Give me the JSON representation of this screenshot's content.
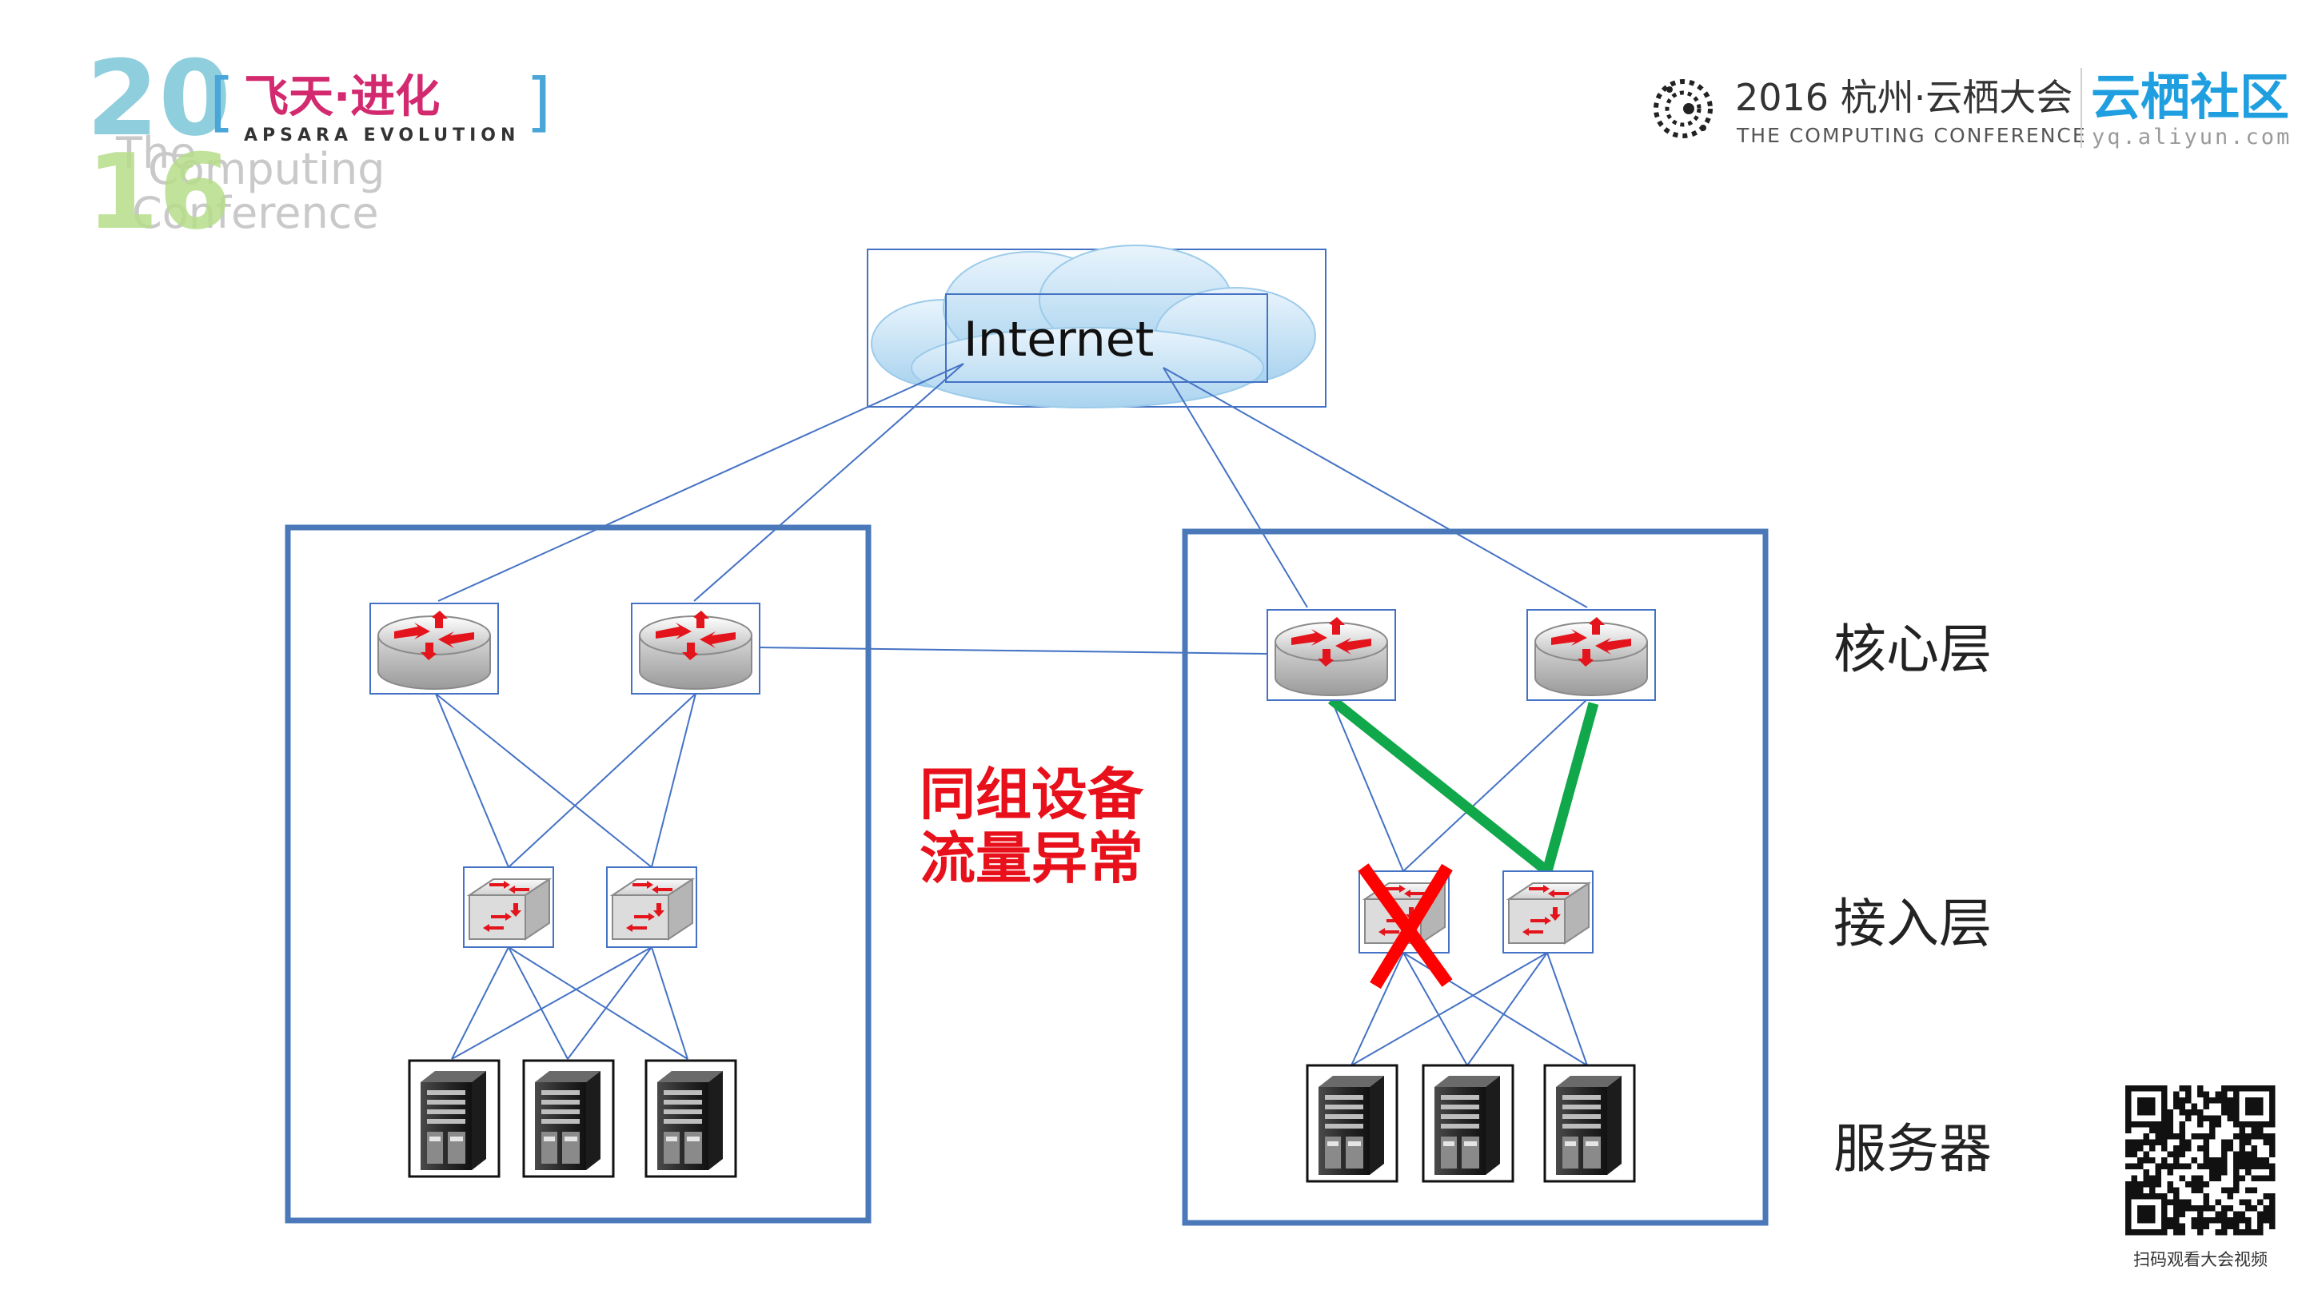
{
  "header": {
    "logo": {
      "year_top": "20",
      "year_bottom": "16",
      "title_cn": "飞天·进化",
      "subtitle_en": "APSARA EVOLUTION",
      "faded_line1": "The",
      "faded_line2": "Computing",
      "faded_line3": "Conference"
    },
    "conference": {
      "title": "2016 杭州·云栖大会",
      "subtitle": "THE COMPUTING CONFERENCE"
    },
    "community": {
      "title": "云栖社区",
      "url": "yq.aliyun.com"
    }
  },
  "diagram": {
    "cloud_label": "Internet",
    "alert_line1": "同组设备",
    "alert_line2": "流量异常",
    "tiers": {
      "core": "核心层",
      "access": "接入层",
      "servers": "服务器"
    },
    "failed_switch": "right-access-switch-1",
    "colors": {
      "link": "#4472c4",
      "frame": "#4a78b8",
      "active_path": "#10a84a",
      "failure_mark": "#ff0000",
      "alert_text": "#e8101a"
    }
  },
  "footer": {
    "qr_caption": "扫码观看大会视频"
  }
}
